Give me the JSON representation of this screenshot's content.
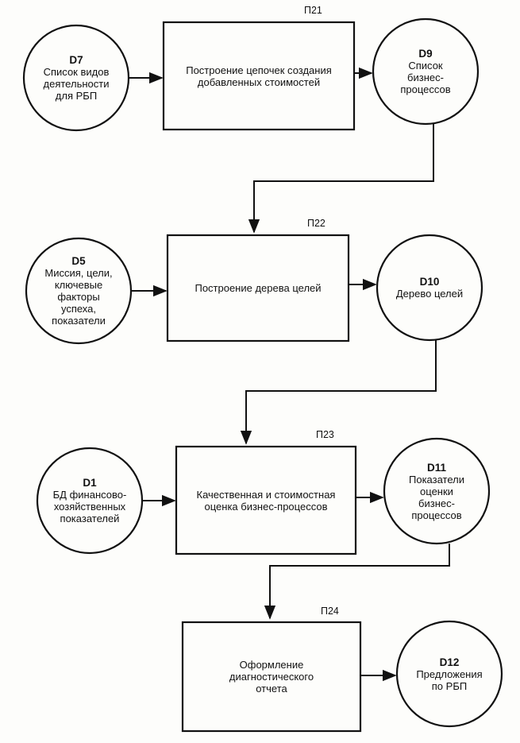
{
  "stages": [
    {
      "tag": "П21",
      "input": {
        "code": "D7",
        "text": "Список видов\nдеятельности\nдля РБП"
      },
      "process": "Построение цепочек создания\nдобавленных стоимостей",
      "output": {
        "code": "D9",
        "text": "Список\nбизнес-\nпроцессов"
      }
    },
    {
      "tag": "П22",
      "input": {
        "code": "D5",
        "text": "Миссия, цели,\nключевые\nфакторы\nуспеха,\nпоказатели"
      },
      "process": "Построение дерева целей",
      "output": {
        "code": "D10",
        "text": "Дерево целей"
      }
    },
    {
      "tag": "П23",
      "input": {
        "code": "D1",
        "text": "БД финансово-\nхозяйственных\nпоказателей"
      },
      "process": "Качественная и стоимостная\nоценка бизнес-процессов",
      "output": {
        "code": "D11",
        "text": "Показатели\nоценки\nбизнес-\nпроцессов"
      }
    },
    {
      "tag": "П24",
      "input": null,
      "process": "Оформление\nдиагностического\nотчета",
      "output": {
        "code": "D12",
        "text": "Предложения\nпо РБП"
      }
    }
  ],
  "colors": {
    "stroke": "#111111",
    "background": "#fdfdfb"
  }
}
